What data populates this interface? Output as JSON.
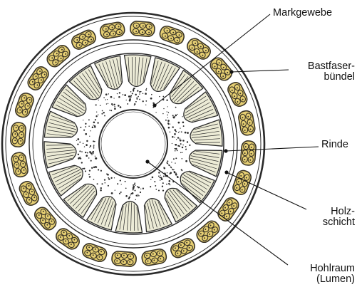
{
  "colors": {
    "fiber_fill": "#e6cf73",
    "fiber_cell_wall": "#3a3426",
    "tissue_tint": "#ecebd6",
    "ink": "#2a2a2a",
    "background": "#ffffff"
  },
  "structure": {
    "fiber_bundle_count": 24,
    "wood_lobe_count": 18
  },
  "labels": {
    "markgewebe": "Markgewebe",
    "bastfaser_line1": "Bastfaser-",
    "bastfaser_line2": "bündel",
    "rinde": "Rinde",
    "holz_line1": "Holz-",
    "holz_line2": "schicht",
    "hohlraum_line1": "Hohlraum",
    "hohlraum_line2": "(Lumen)"
  }
}
